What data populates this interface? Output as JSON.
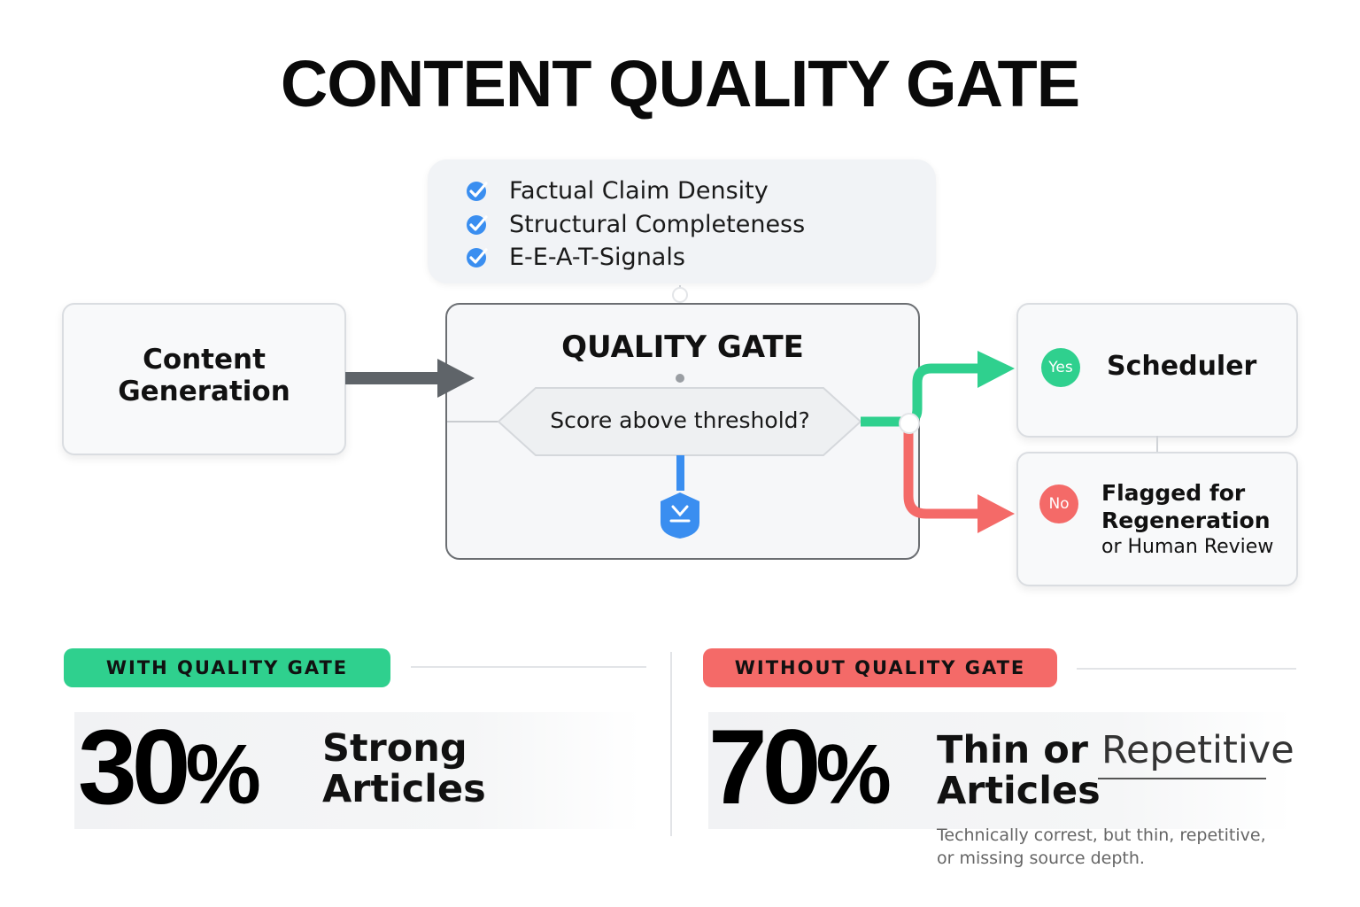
{
  "title": "CONTENT QUALITY GATE",
  "criteria": [
    {
      "label": "Factual Claim Density"
    },
    {
      "label": "Structural Completeness"
    },
    {
      "label": "E-E-A-T-Signals"
    }
  ],
  "nodes": {
    "generation": {
      "line1": "Content",
      "line2": "Generation"
    },
    "gate": {
      "title": "QUALITY GATE",
      "decision": "Score above threshold?"
    },
    "yes": {
      "badge": "Yes",
      "label": "Scheduler"
    },
    "no": {
      "badge": "No",
      "line1": "Flagged for",
      "line2": "Regeneration",
      "line3": "or Human Review"
    }
  },
  "comparison": {
    "with": {
      "pill": "WITH QUALITY GATE",
      "number": "30",
      "unit": "%",
      "line1": "Strong",
      "line2": "Articles"
    },
    "without": {
      "pill": "WITHOUT QUALITY GATE",
      "number": "70",
      "unit": "%",
      "line1_bold": "Thin or",
      "line1_light": "Repetitive",
      "line2": "Articles",
      "note1": "Technically correst, but thin, repetitive,",
      "note2": "or missing source depth."
    }
  },
  "colors": {
    "accent_yes": "#2fd08e",
    "accent_no": "#f46a68",
    "check_blue": "#3a8ef0",
    "arrow_gray": "#5f6469"
  },
  "icons": {
    "criteria_check": "check-circle-icon",
    "decision_output": "shield-download-icon"
  }
}
